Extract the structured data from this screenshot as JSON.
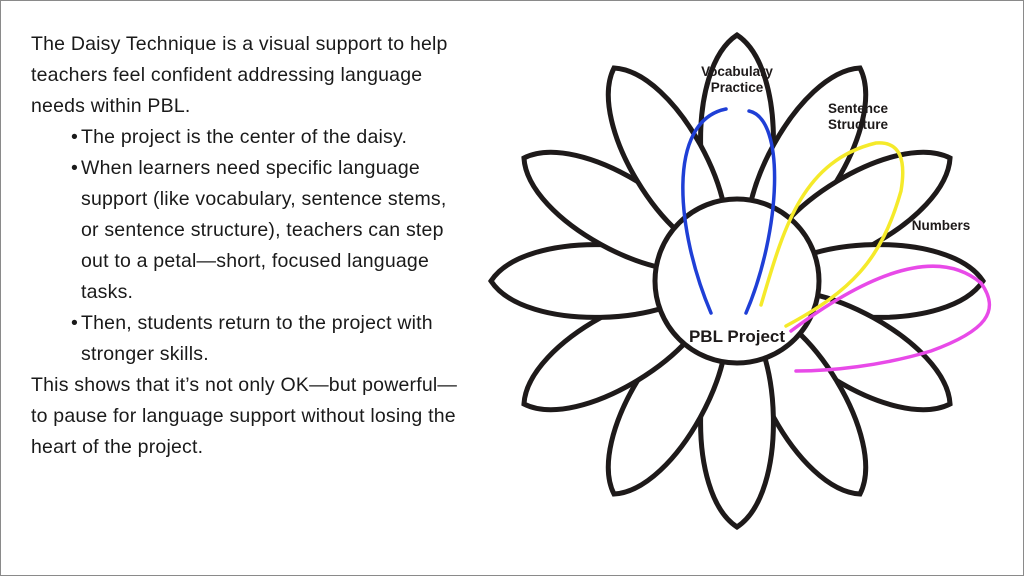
{
  "text": {
    "intro": "The Daisy Technique is a visual support to help teachers feel confident addressing language needs within PBL.",
    "bullets": [
      "The project is the center of the daisy.",
      "When learners need specific language support (like vocabulary, sentence stems, or sentence structure), teachers can step out to a petal—short, focused language tasks.",
      "Then, students return to the project with stronger skills."
    ],
    "bullet_marker": "•",
    "conclusion": "This shows that it’s not only OK—but powerful—to pause for language support without losing the heart of the project."
  },
  "diagram": {
    "center_label": "PBL Project",
    "petal_labels": {
      "vocabulary_line1": "Vocabulary",
      "vocabulary_line2": "Practice",
      "sentence_line1": "Sentence",
      "sentence_line2": "Structure",
      "numbers": "Numbers"
    },
    "loop_colors": {
      "vocabulary": "#1f3fd6",
      "sentence_structure": "#f5ea2a",
      "numbers": "#e84ae8"
    },
    "petal_count": 12
  }
}
